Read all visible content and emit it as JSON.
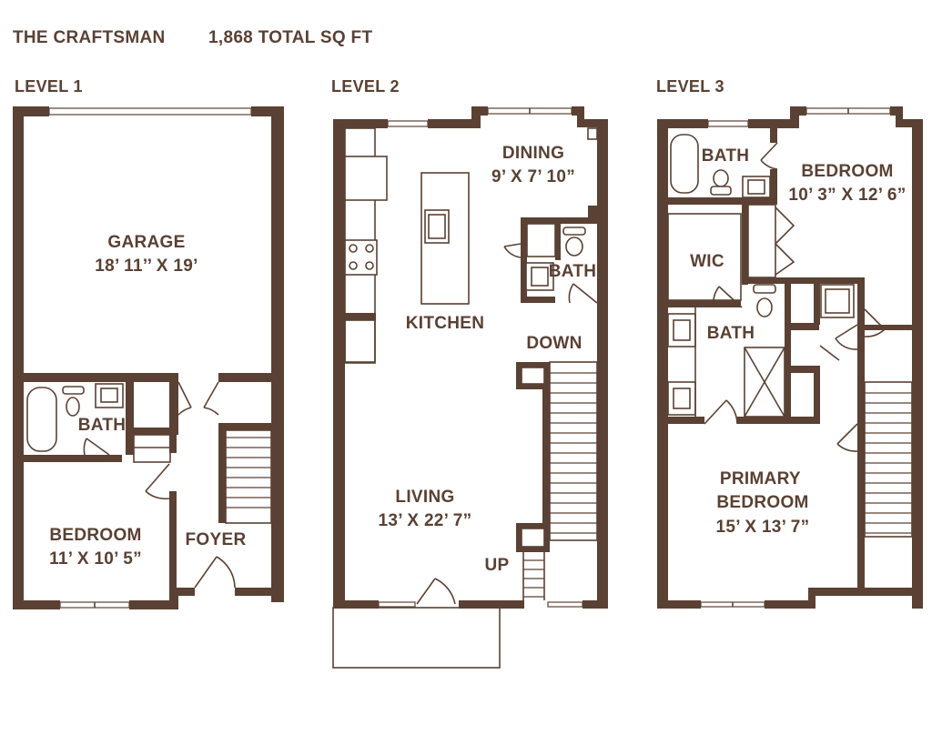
{
  "header": {
    "plan_name": "THE CRAFTSMAN",
    "total_area": "1,868 TOTAL SQ FT"
  },
  "levels": [
    {
      "label": "LEVEL 1",
      "rooms": [
        {
          "name": "GARAGE",
          "size": "18’ 11’’ X 19’"
        },
        {
          "name": "BATH",
          "size": ""
        },
        {
          "name": "BEDROOM",
          "size": "11’ X 10’ 5”"
        },
        {
          "name": "FOYER",
          "size": ""
        }
      ]
    },
    {
      "label": "LEVEL 2",
      "rooms": [
        {
          "name": "DINING",
          "size": "9’ X 7’ 10”"
        },
        {
          "name": "BATH",
          "size": ""
        },
        {
          "name": "KITCHEN",
          "size": ""
        },
        {
          "name": "DOWN",
          "size": ""
        },
        {
          "name": "LIVING",
          "size": "13’ X 22’ 7”"
        },
        {
          "name": "UP",
          "size": ""
        }
      ]
    },
    {
      "label": "LEVEL 3",
      "rooms": [
        {
          "name": "BATH",
          "size": ""
        },
        {
          "name": "BEDROOM",
          "size": "10’ 3” X 12’ 6”"
        },
        {
          "name": "WIC",
          "size": ""
        },
        {
          "name": "BATH",
          "size": ""
        },
        {
          "name": "PRIMARY BEDROOM",
          "size": "15’ X 13’ 7”"
        }
      ]
    }
  ],
  "colors": {
    "wall": "#5a4133",
    "background": "#ffffff"
  }
}
